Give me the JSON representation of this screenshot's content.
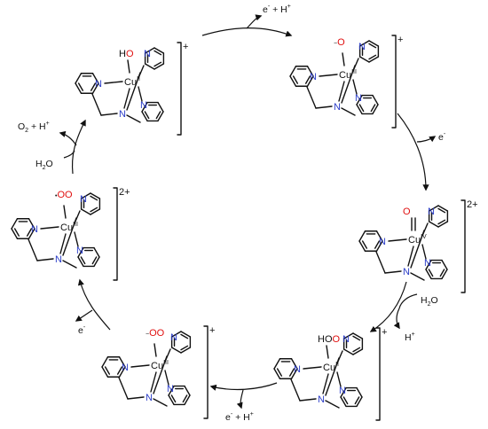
{
  "colors": {
    "nitrogen": "#2a3cc8",
    "oxygen": "#e01010",
    "bond": "#111111"
  },
  "atoms": {
    "N": "N",
    "O": "O",
    "H": "H",
    "Cu": "Cu"
  },
  "ox_states": {
    "II": "II",
    "III": "III",
    "IV": "IV"
  },
  "complexes": [
    {
      "id": "cu2-hydroxo",
      "ligand_prefix": "H",
      "ligand_core": "O",
      "ligand_minus": "",
      "radical": "",
      "metal_ox": "II",
      "charge": "+",
      "double_bond_O": false
    },
    {
      "id": "cu3-oxyl",
      "ligand_prefix": "",
      "ligand_core": "O",
      "ligand_minus": "−",
      "radical": "",
      "metal_ox": "III",
      "charge": "+",
      "double_bond_O": false
    },
    {
      "id": "cu4-oxo",
      "ligand_prefix": "",
      "ligand_core": "O",
      "ligand_minus": "",
      "radical": "",
      "metal_ox": "IV",
      "charge": "2+",
      "double_bond_O": true
    },
    {
      "id": "cu2-hydroperoxo",
      "ligand_prefix": "HO",
      "ligand_core": "O",
      "ligand_minus": "",
      "radical": "",
      "metal_ox": "II",
      "charge": "+",
      "double_bond_O": false
    },
    {
      "id": "cu3-peroxo",
      "ligand_prefix": "",
      "ligand_core": "OO",
      "ligand_minus": "−",
      "radical": "",
      "metal_ox": "III",
      "charge": "+",
      "double_bond_O": false
    },
    {
      "id": "cu3-superoxo",
      "ligand_prefix": "",
      "ligand_core": "OO",
      "ligand_minus": "",
      "radical": "•",
      "metal_ox": "III",
      "charge": "2+",
      "double_bond_O": false
    }
  ],
  "reactions": {
    "step1": {
      "pre": "e",
      "pre_sup": "-",
      "mid": " + H",
      "post_sup": "+"
    },
    "step2": {
      "pre": "e",
      "pre_sup": "-"
    },
    "step3_in": {
      "pre": "H",
      "sub": "2",
      "post": "O"
    },
    "step3_out": {
      "pre": "H",
      "pre_sup": "+"
    },
    "step4": {
      "pre": "e",
      "pre_sup": "-",
      "mid": " + H",
      "post_sup": "+"
    },
    "step5": {
      "pre": "e",
      "pre_sup": "-"
    },
    "step6_in": {
      "pre": "H",
      "sub": "2",
      "post": "O"
    },
    "step6_out": {
      "pre": "O",
      "sub": "2",
      "post": " + H",
      "post_sup": "+"
    }
  }
}
